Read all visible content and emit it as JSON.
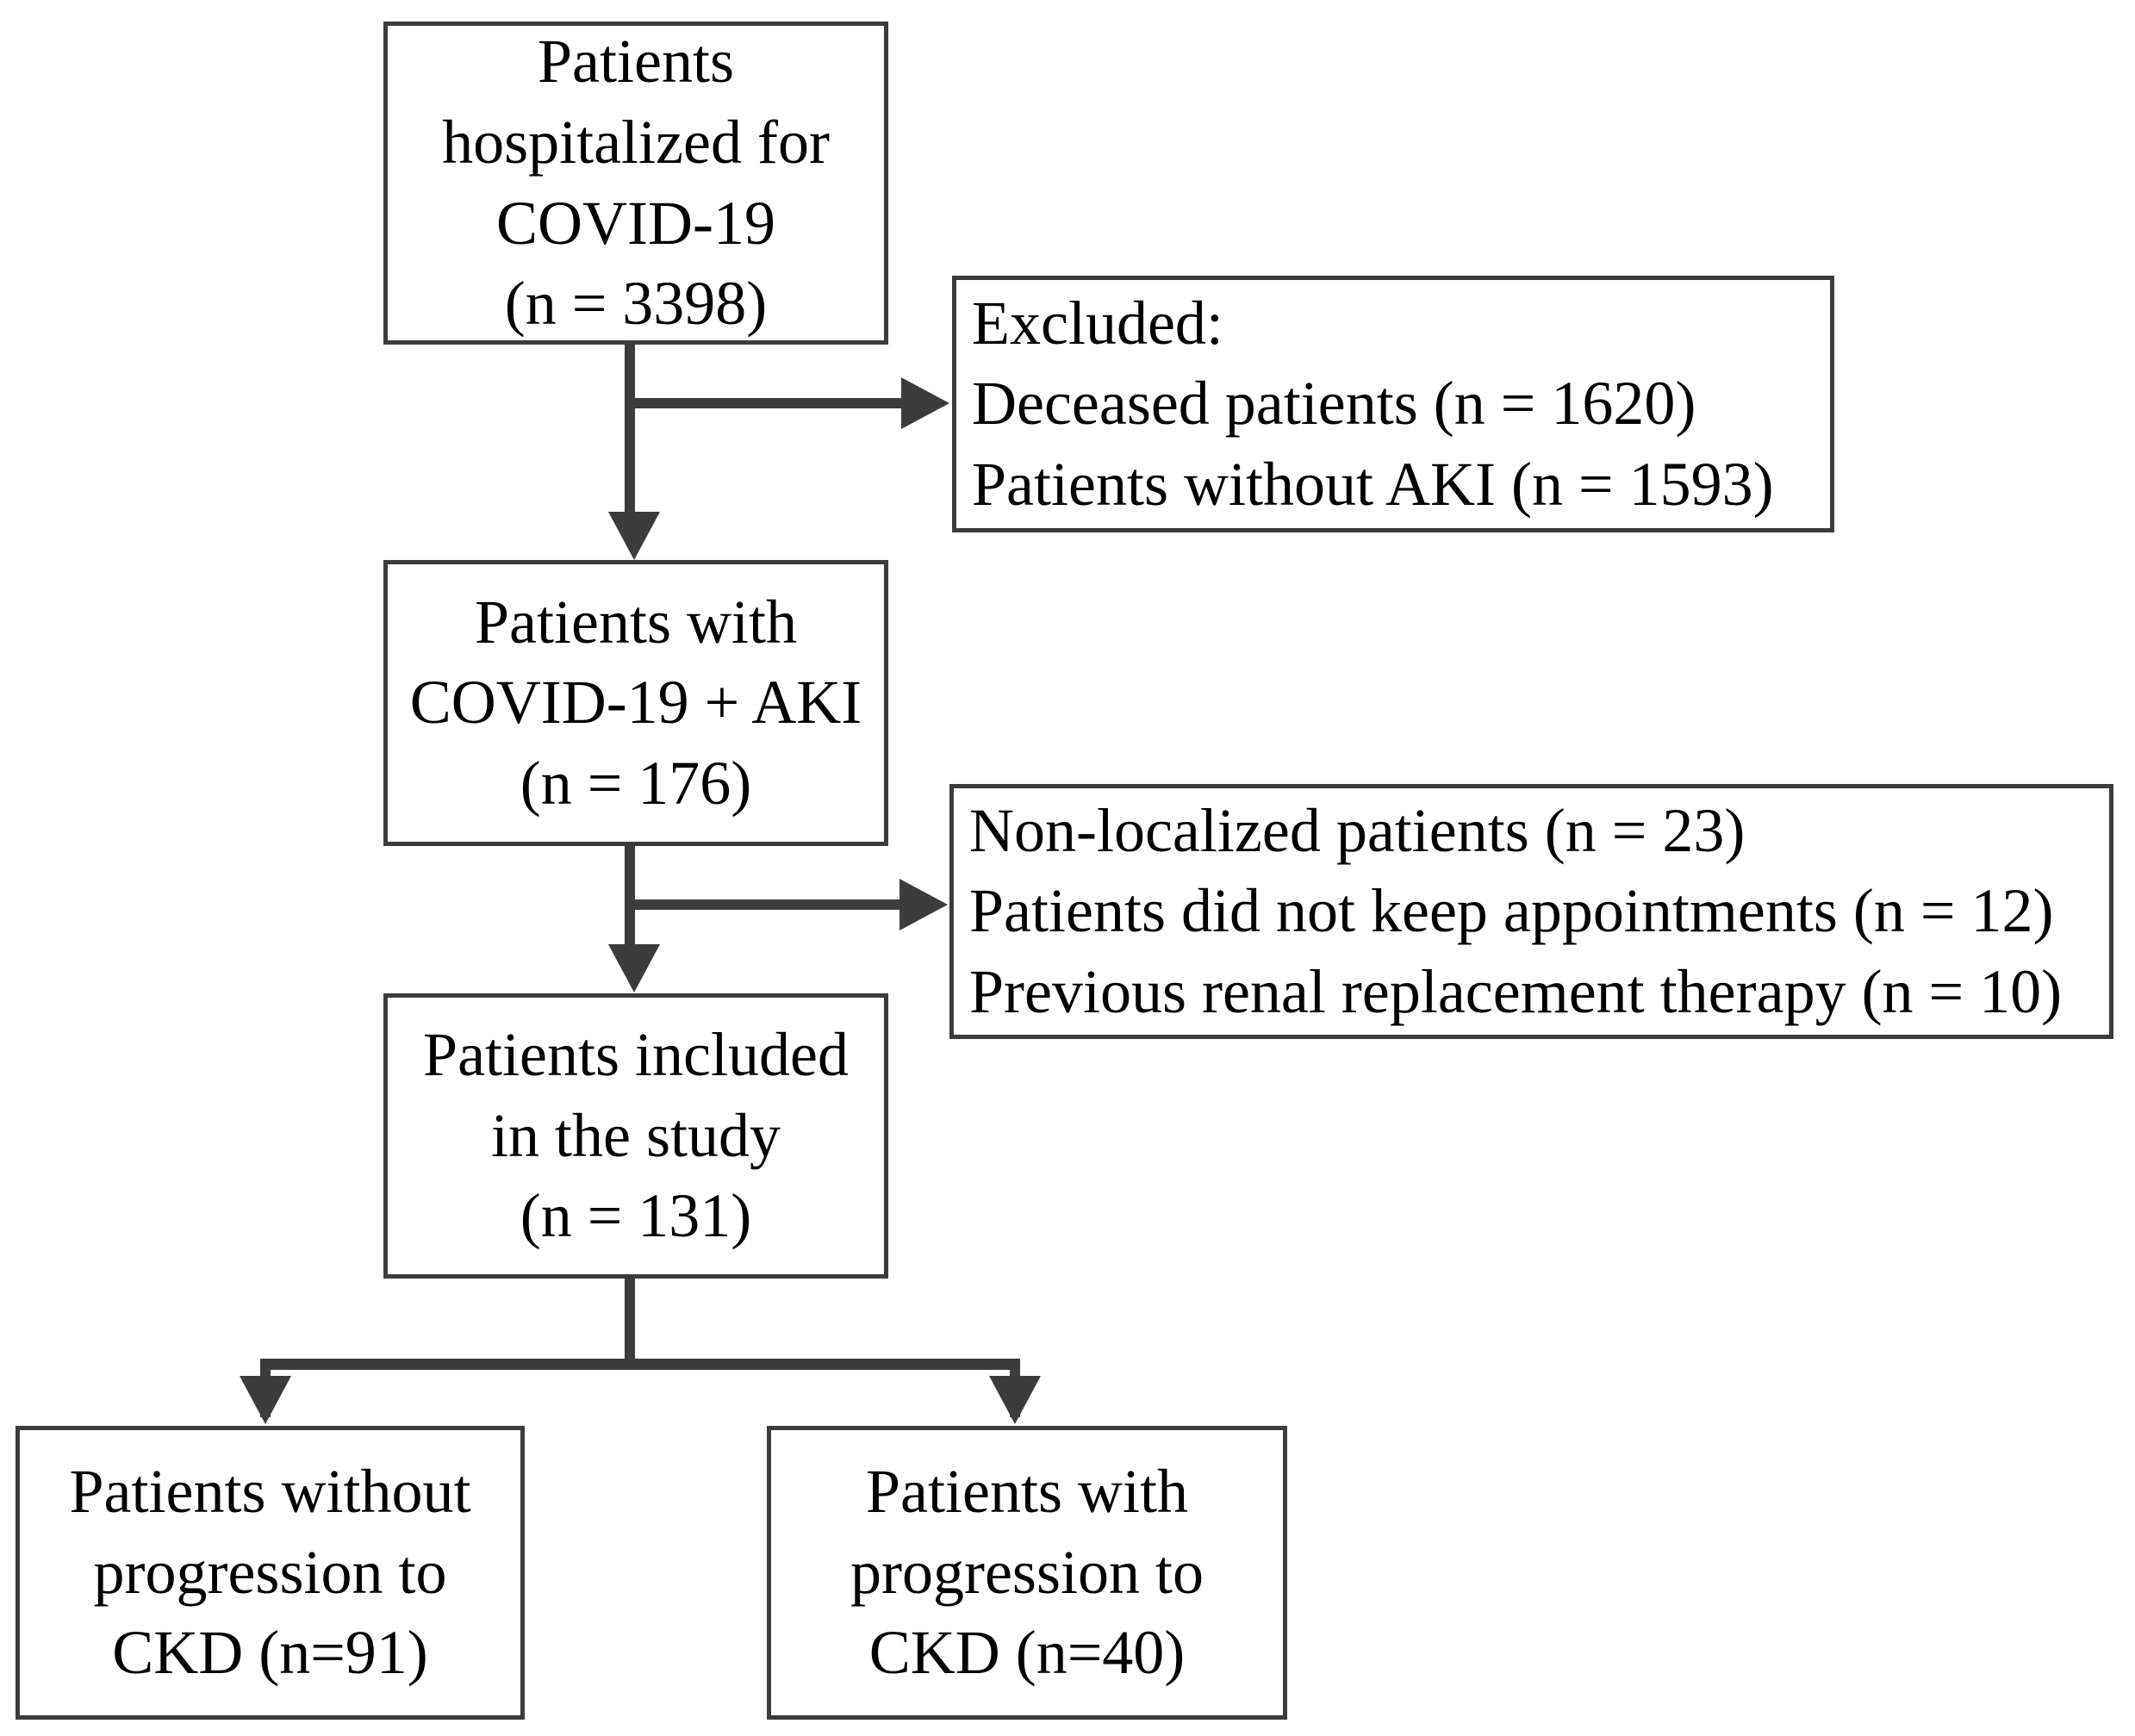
{
  "diagram": {
    "type": "flowchart",
    "title": "Study patient selection flow diagram",
    "line_color": "#3c3c3c",
    "box_fill": "#ffffff",
    "text_color": "#000000"
  },
  "nodes": {
    "hospitalized": {
      "lines": [
        "Patients",
        "hospitalized for",
        "COVID-19",
        "(n = 3398)"
      ],
      "n": 3398
    },
    "excluded_1": {
      "lines": [
        "Excluded:",
        "Deceased patients (n = 1620)",
        "Patients without AKI (n = 1593)"
      ],
      "items": [
        {
          "label": "Deceased patients",
          "n": 1620
        },
        {
          "label": "Patients without AKI",
          "n": 1593
        }
      ]
    },
    "covid_aki": {
      "lines": [
        "Patients with",
        "COVID-19 + AKI",
        "(n = 176)"
      ],
      "n": 176
    },
    "excluded_2": {
      "lines": [
        "Non-localized patients (n = 23)",
        "Patients did not keep appointments (n = 12)",
        "Previous renal replacement therapy (n = 10)"
      ],
      "items": [
        {
          "label": "Non-localized patients",
          "n": 23
        },
        {
          "label": "Patients did not keep appointments",
          "n": 12
        },
        {
          "label": "Previous renal replacement therapy",
          "n": 10
        }
      ]
    },
    "included": {
      "lines": [
        "Patients included",
        "in the study",
        "(n = 131)"
      ],
      "n": 131
    },
    "no_progression": {
      "lines": [
        "Patients without",
        "progression to",
        "CKD (n=91)"
      ],
      "n": 91
    },
    "progression": {
      "lines": [
        "Patients with",
        "progression to",
        "CKD (n=40)"
      ],
      "n": 40
    }
  }
}
